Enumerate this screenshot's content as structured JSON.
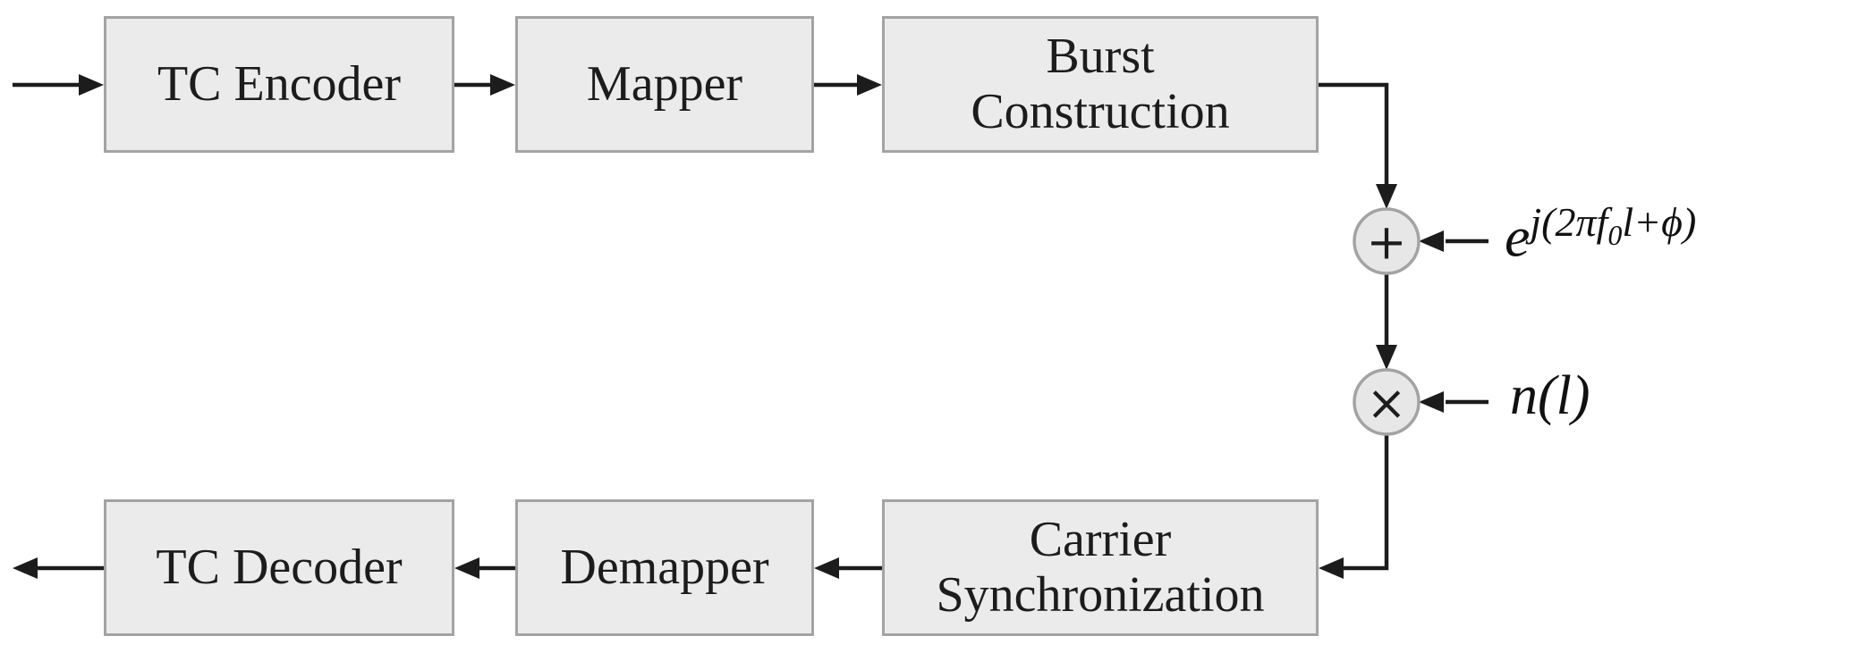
{
  "diagram": {
    "blocks": [
      {
        "id": "tc-encoder",
        "lines": [
          "TC Encoder"
        ]
      },
      {
        "id": "mapper",
        "lines": [
          "Mapper"
        ]
      },
      {
        "id": "burst-construction",
        "lines": [
          "Burst",
          "Construction"
        ]
      },
      {
        "id": "carrier-synchronization",
        "lines": [
          "Carrier",
          "Synchronization"
        ]
      },
      {
        "id": "demapper",
        "lines": [
          "Demapper"
        ]
      },
      {
        "id": "tc-decoder",
        "lines": [
          "TC Decoder"
        ]
      }
    ],
    "nodes": [
      {
        "id": "adder",
        "symbol": "+"
      },
      {
        "id": "multiplier",
        "symbol": "×"
      }
    ],
    "labels": {
      "carrier_offset": {
        "base": "e",
        "exponent_prefix": "j(2πf",
        "exponent_subscript": "0",
        "exponent_suffix": "l+ϕ)"
      },
      "noise": "n(l)"
    },
    "colors": {
      "background": "#ffffff",
      "box_fill": "#ebebeb",
      "box_border": "#a3a3a3",
      "wire": "#1c1c1c",
      "text": "#1c1c1c"
    }
  }
}
